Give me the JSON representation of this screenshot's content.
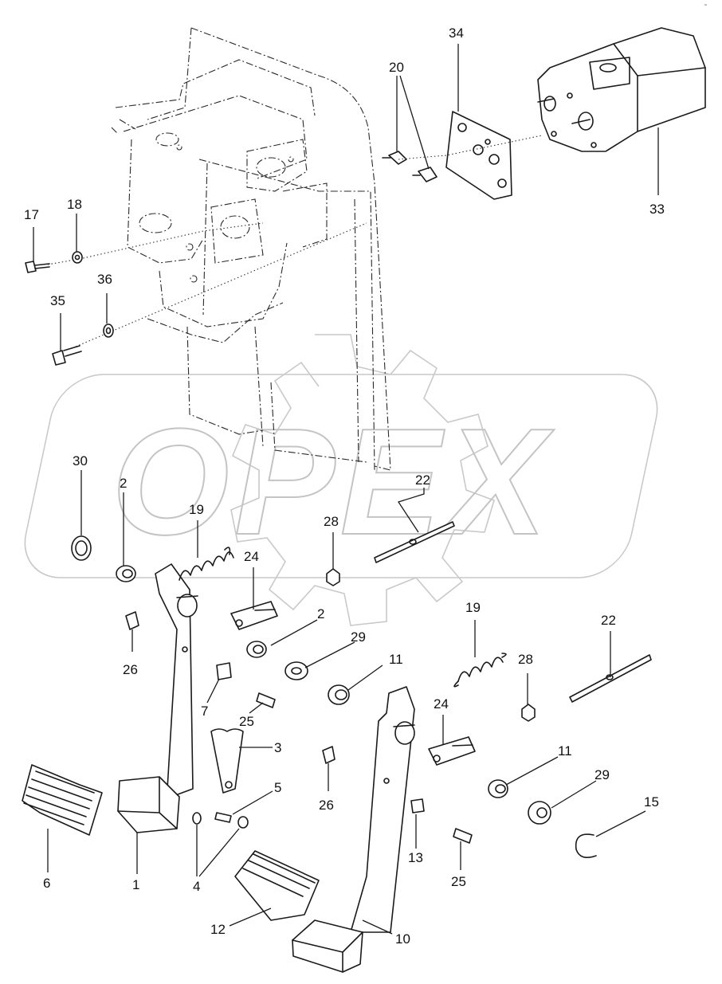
{
  "corner_mark": "˜",
  "watermark": {
    "text": "OPEX"
  },
  "callouts": [
    {
      "id": "c34",
      "label": "34"
    },
    {
      "id": "c20",
      "label": "20"
    },
    {
      "id": "c33",
      "label": "33"
    },
    {
      "id": "c17",
      "label": "17"
    },
    {
      "id": "c18",
      "label": "18"
    },
    {
      "id": "c36",
      "label": "36"
    },
    {
      "id": "c35",
      "label": "35"
    },
    {
      "id": "c30",
      "label": "30"
    },
    {
      "id": "c2a",
      "label": "2"
    },
    {
      "id": "c19a",
      "label": "19"
    },
    {
      "id": "c22a",
      "label": "22"
    },
    {
      "id": "c28a",
      "label": "28"
    },
    {
      "id": "c24a",
      "label": "24"
    },
    {
      "id": "c2b",
      "label": "2"
    },
    {
      "id": "c29a",
      "label": "29"
    },
    {
      "id": "c19b",
      "label": "19"
    },
    {
      "id": "c22b",
      "label": "22"
    },
    {
      "id": "c26a",
      "label": "26"
    },
    {
      "id": "c11a",
      "label": "11"
    },
    {
      "id": "c28b",
      "label": "28"
    },
    {
      "id": "c7",
      "label": "7"
    },
    {
      "id": "c25a",
      "label": "25"
    },
    {
      "id": "c24b",
      "label": "24"
    },
    {
      "id": "c3",
      "label": "3"
    },
    {
      "id": "c11b",
      "label": "11"
    },
    {
      "id": "c5",
      "label": "5"
    },
    {
      "id": "c26b",
      "label": "26"
    },
    {
      "id": "c29b",
      "label": "29"
    },
    {
      "id": "c15",
      "label": "15"
    },
    {
      "id": "c13",
      "label": "13"
    },
    {
      "id": "c25b",
      "label": "25"
    },
    {
      "id": "c6",
      "label": "6"
    },
    {
      "id": "c1",
      "label": "1"
    },
    {
      "id": "c4",
      "label": "4"
    },
    {
      "id": "c12",
      "label": "12"
    },
    {
      "id": "c10",
      "label": "10"
    }
  ]
}
